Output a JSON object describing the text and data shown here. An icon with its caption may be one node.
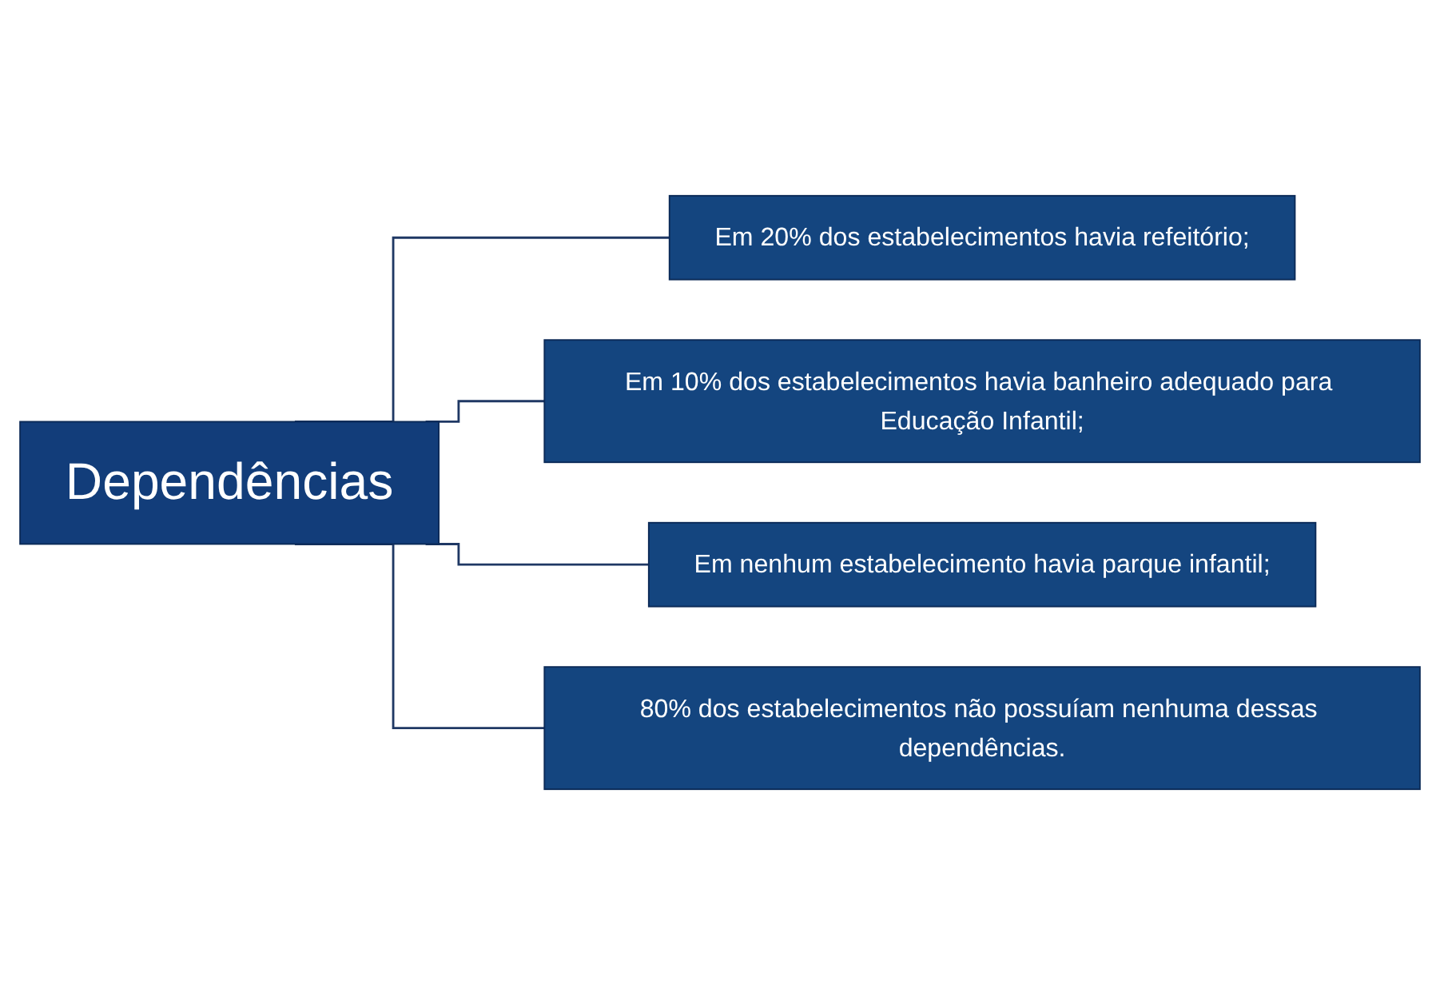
{
  "diagram": {
    "nodes": [
      {
        "text": [
          "Dependências"
        ]
      },
      {
        "text": [
          "Em 20% dos estabelecimentos havia refeitório;"
        ]
      },
      {
        "text": [
          "Em 10% dos estabelecimentos havia banheiro adequado para Educação Infantil;"
        ]
      },
      {
        "text": [
          "Em nenhum estabelecimento havia parque infantil;"
        ]
      },
      {
        "text": [
          "80% dos estabelecimentos não possuíam nenhuma dessas dependências."
        ]
      }
    ],
    "edges": [
      {
        "from": 0,
        "to": 1,
        "arrow": "none"
      },
      {
        "from": 0,
        "to": 2,
        "arrow": "none"
      },
      {
        "from": 0,
        "to": 3,
        "arrow": "none"
      },
      {
        "from": 0,
        "to": 4,
        "arrow": "none"
      }
    ]
  }
}
